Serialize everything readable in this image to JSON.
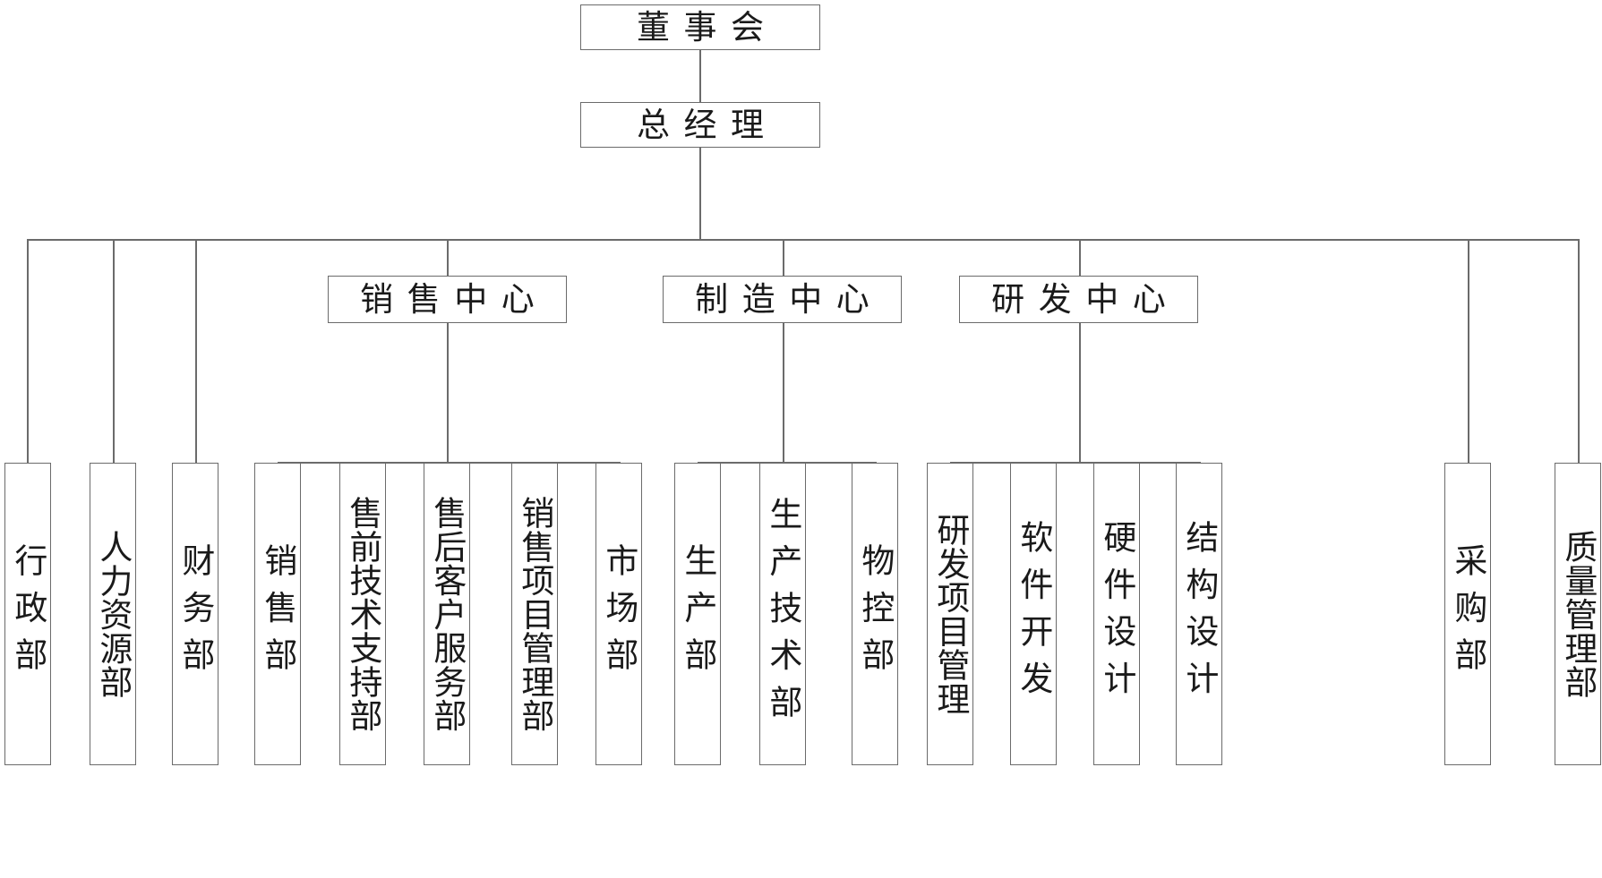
{
  "diagram": {
    "type": "organization-chart",
    "orientation": "top-down",
    "line_color": "#6b6b6b",
    "box_fill": "#ffffff",
    "text_color": "#1a1a1a",
    "root": {
      "label": "董事会"
    },
    "level2": {
      "label": "总经理"
    },
    "centers": [
      {
        "label": "销售中心"
      },
      {
        "label": "制造中心"
      },
      {
        "label": "研发中心"
      }
    ],
    "direct_departments_left": [
      {
        "label": "行政部"
      },
      {
        "label": "人力资源部"
      },
      {
        "label": "财务部"
      }
    ],
    "direct_departments_right": [
      {
        "label": "采购部"
      },
      {
        "label": "质量管理部"
      }
    ],
    "sales_departments": [
      {
        "label": "销售部"
      },
      {
        "label": "售前技术支持部"
      },
      {
        "label": "售后客户服务部"
      },
      {
        "label": "销售项目管理部"
      },
      {
        "label": "市场部"
      }
    ],
    "manufacturing_departments": [
      {
        "label": "生产部"
      },
      {
        "label": "生产技术部"
      },
      {
        "label": "物控部"
      }
    ],
    "rnd_departments": [
      {
        "label": "研发项目管理"
      },
      {
        "label": "软件开发"
      },
      {
        "label": "硬件设计"
      },
      {
        "label": "结构设计"
      }
    ]
  }
}
